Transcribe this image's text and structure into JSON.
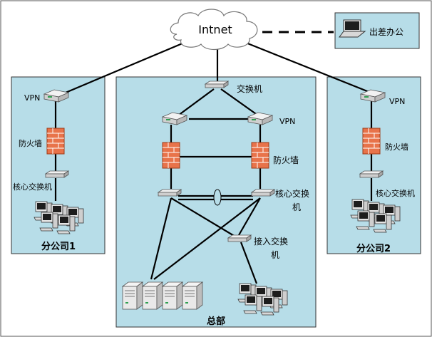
{
  "cloud": {
    "label": "Intnet"
  },
  "remote": {
    "label": "出差办公"
  },
  "headquarters": {
    "title": "总部",
    "switch_top_label": "交换机",
    "vpn_label": "VPN",
    "firewall_label": "防火墙",
    "core_switch_label_line1": "核心交换",
    "core_switch_label_line2": "机",
    "access_switch_label_line1": "接入交换",
    "access_switch_label_line2": "机"
  },
  "branch1": {
    "title": "分公司1",
    "vpn_label": "VPN",
    "firewall_label": "防火墙",
    "core_switch_label": "核心交换机"
  },
  "branch2": {
    "title": "分公司2",
    "vpn_label": "VPN",
    "firewall_label": "防火墙",
    "core_switch_label": "核心交换机"
  },
  "colors": {
    "panel_fill": "#b7dde8",
    "firewall": "#e8734a",
    "device": "#d9d9d9"
  }
}
